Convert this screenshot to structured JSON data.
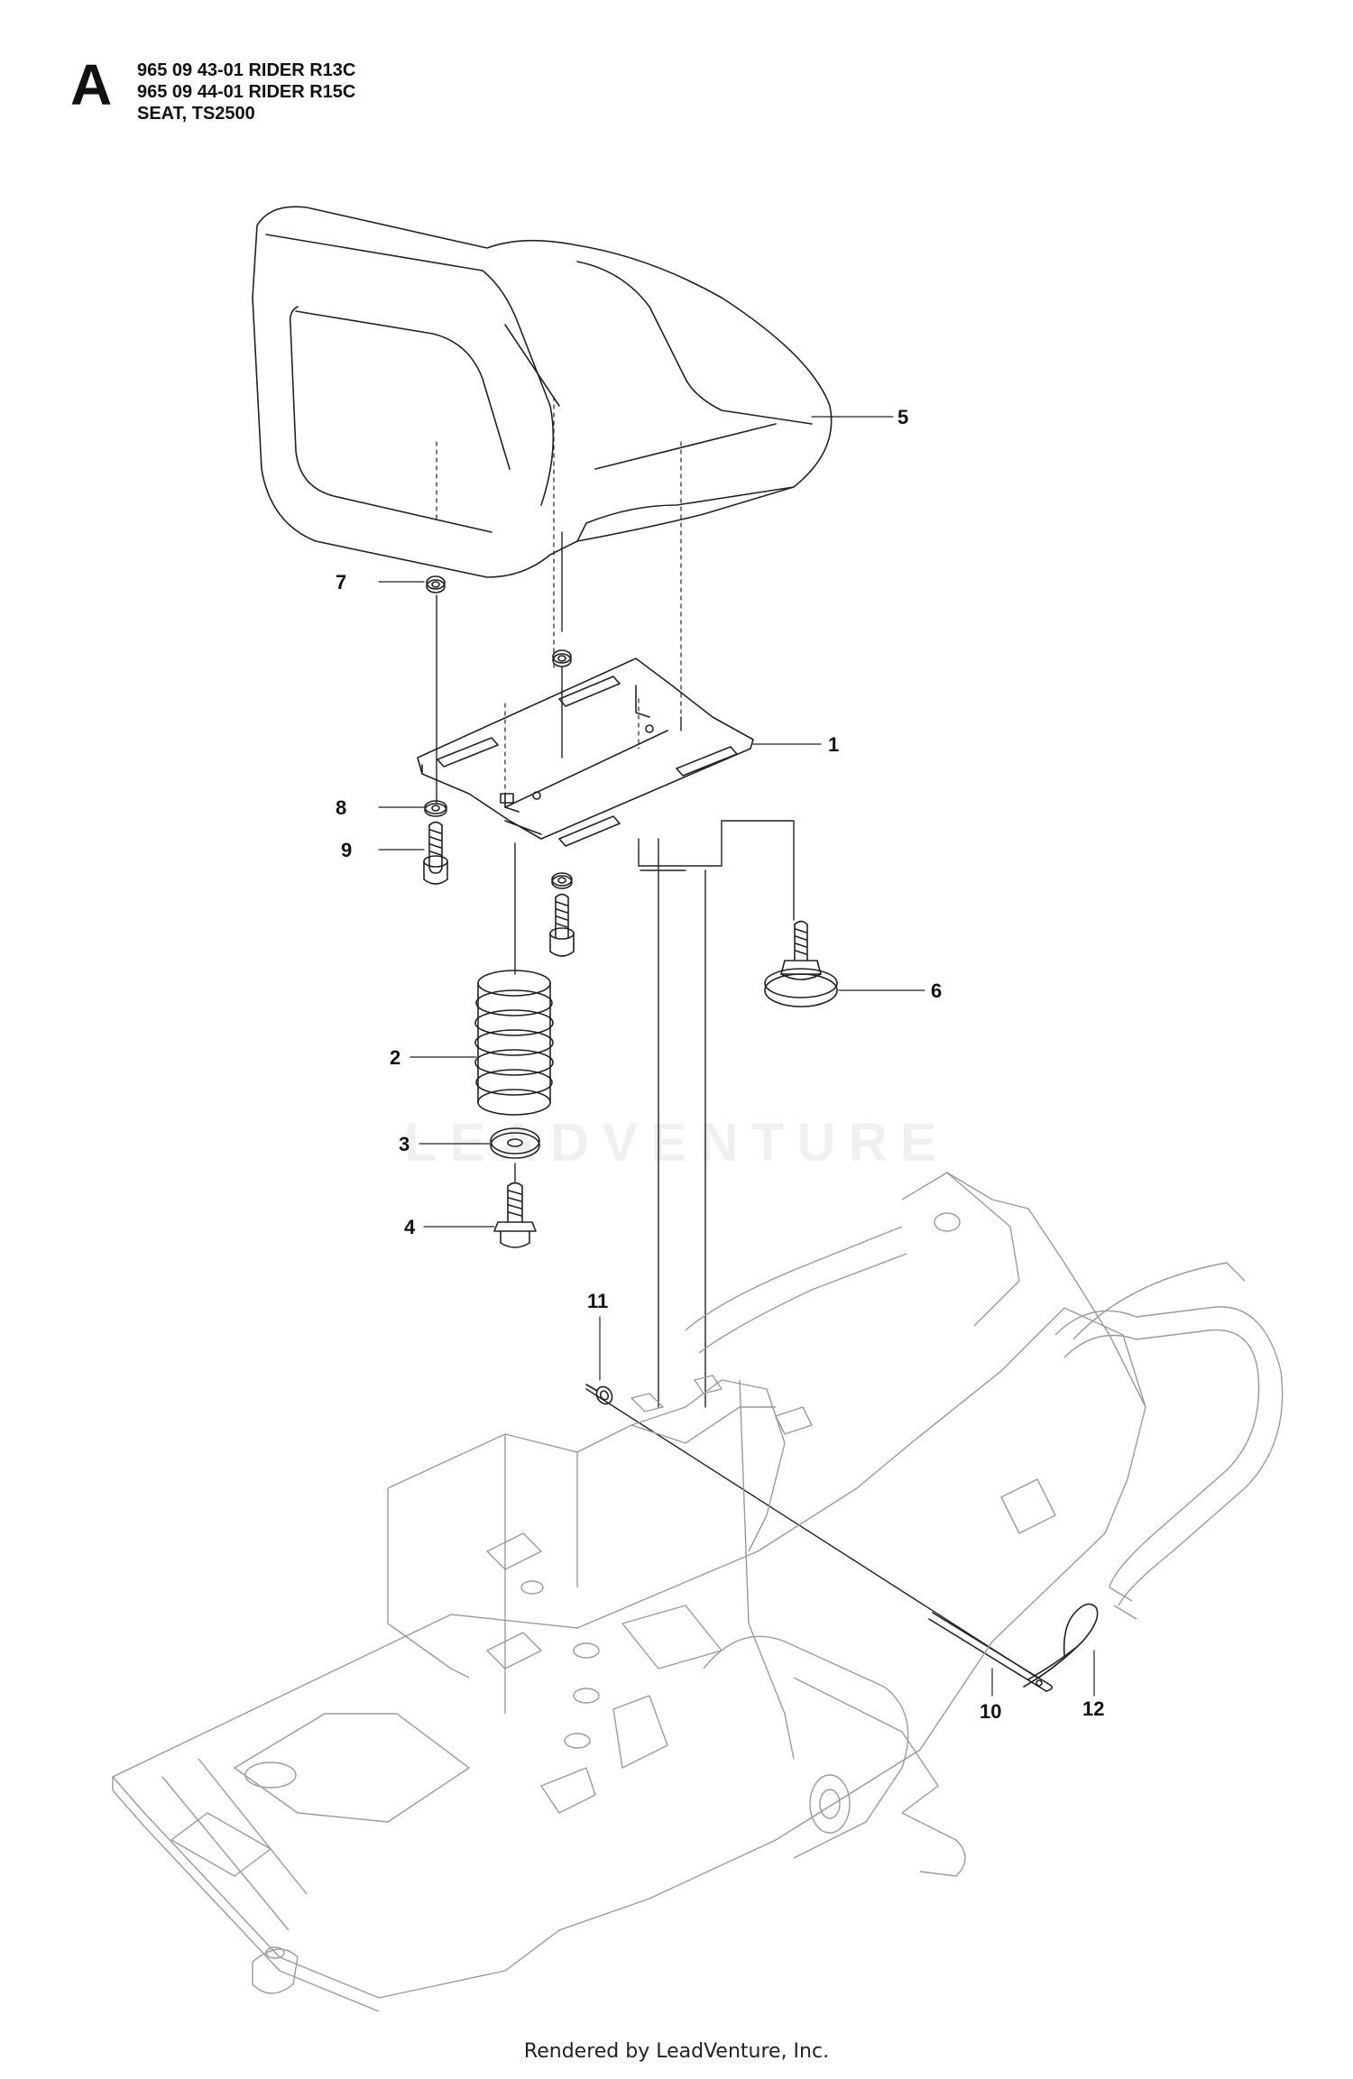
{
  "header": {
    "section_letter": "A",
    "lines": [
      "965 09 43-01 RIDER R13C",
      "965 09 44-01 RIDER R15C",
      "SEAT, TS2500"
    ]
  },
  "callouts": [
    {
      "id": "1",
      "label": "1"
    },
    {
      "id": "2",
      "label": "2"
    },
    {
      "id": "3",
      "label": "3"
    },
    {
      "id": "4",
      "label": "4"
    },
    {
      "id": "5",
      "label": "5"
    },
    {
      "id": "6",
      "label": "6"
    },
    {
      "id": "7",
      "label": "7"
    },
    {
      "id": "8",
      "label": "8"
    },
    {
      "id": "9",
      "label": "9"
    },
    {
      "id": "10",
      "label": "10"
    },
    {
      "id": "11",
      "label": "11"
    },
    {
      "id": "12",
      "label": "12"
    }
  ],
  "watermark": {
    "text": "LEADVENTURE"
  },
  "footer": {
    "text": "Rendered by LeadVenture, Inc."
  }
}
